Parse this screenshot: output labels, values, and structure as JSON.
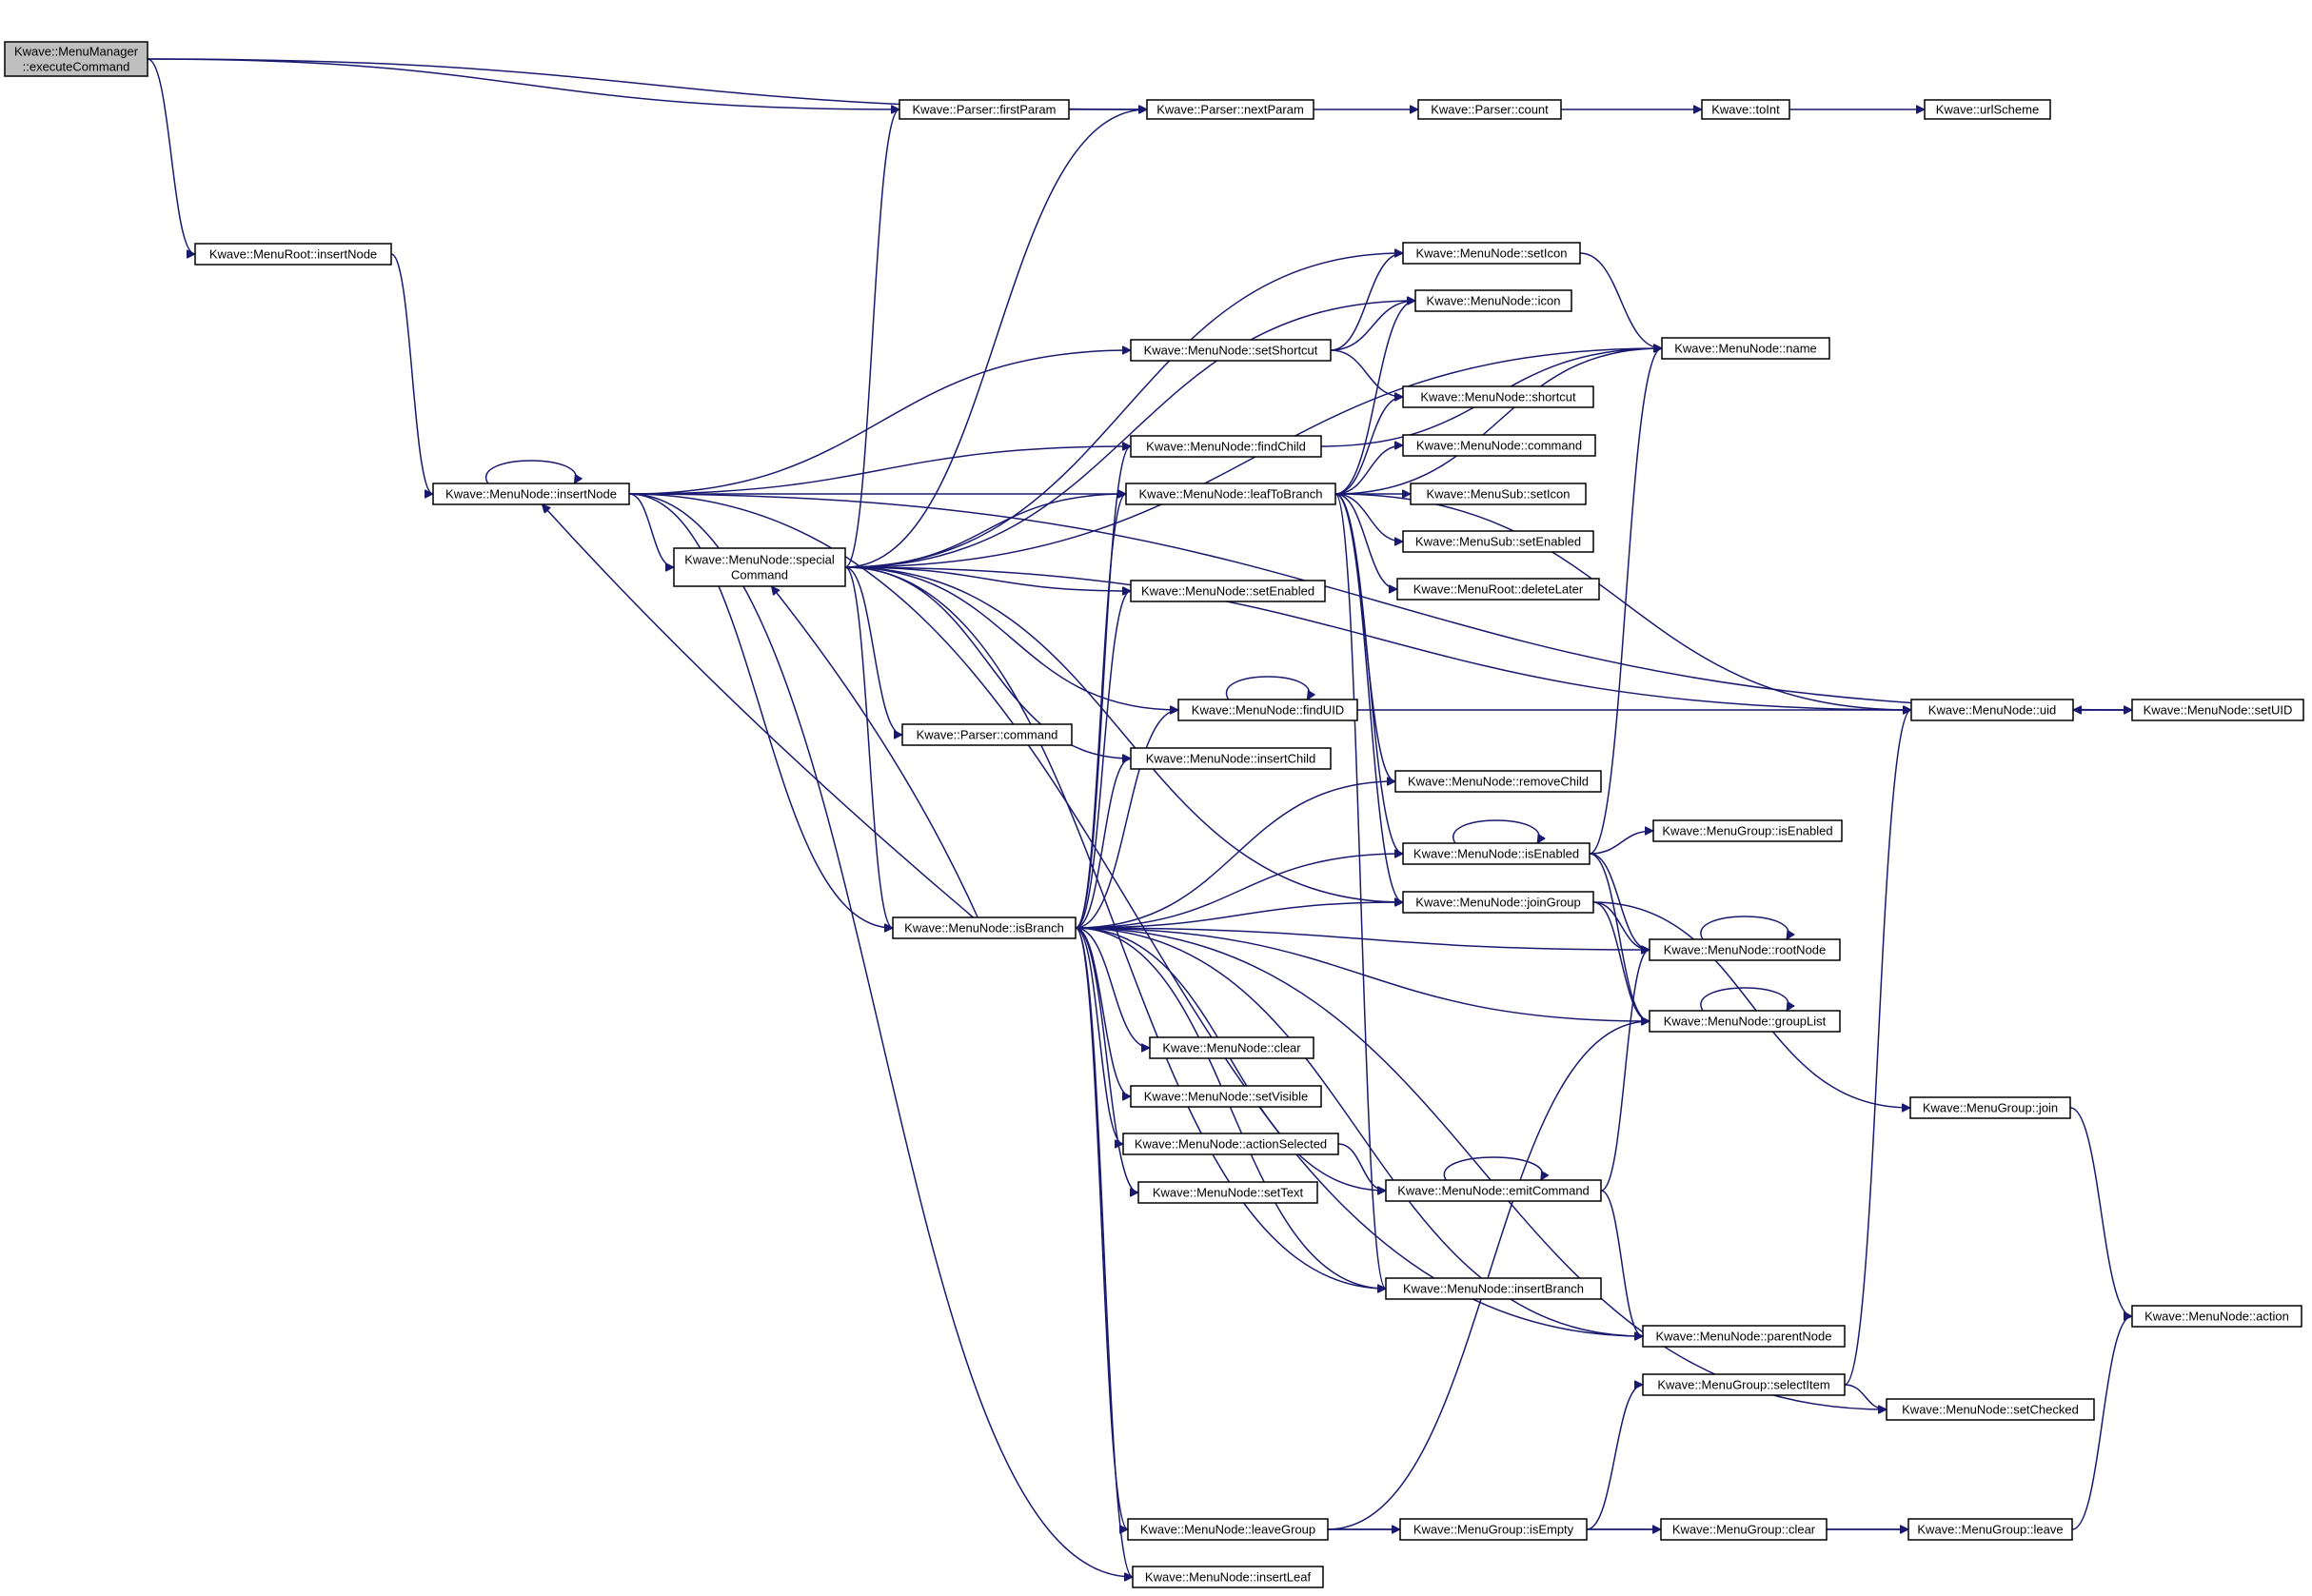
{
  "colors": {
    "edge": "#191970",
    "node_border": "#000000",
    "node_fill": "#ffffff",
    "root_fill": "#bfbfbf",
    "background": "#ffffff"
  },
  "nodes": [
    {
      "id": "n-execute-command",
      "lines": [
        "Kwave::MenuManager",
        "::executeCommand"
      ],
      "root": true
    },
    {
      "id": "n-parser-first-param",
      "lines": [
        "Kwave::Parser::firstParam"
      ]
    },
    {
      "id": "n-parser-next-param",
      "lines": [
        "Kwave::Parser::nextParam"
      ]
    },
    {
      "id": "n-parser-count",
      "lines": [
        "Kwave::Parser::count"
      ]
    },
    {
      "id": "n-to-int",
      "lines": [
        "Kwave::toInt"
      ]
    },
    {
      "id": "n-url-scheme",
      "lines": [
        "Kwave::urlScheme"
      ]
    },
    {
      "id": "n-menuroot-insert-node",
      "lines": [
        "Kwave::MenuRoot::insertNode"
      ]
    },
    {
      "id": "n-menunode-insert-node",
      "lines": [
        "Kwave::MenuNode::insertNode"
      ]
    },
    {
      "id": "n-menunode-special-command",
      "lines": [
        "Kwave::MenuNode::special",
        "Command"
      ]
    },
    {
      "id": "n-menunode-is-branch",
      "lines": [
        "Kwave::MenuNode::isBranch"
      ]
    },
    {
      "id": "n-menunode-set-shortcut",
      "lines": [
        "Kwave::MenuNode::setShortcut"
      ]
    },
    {
      "id": "n-menunode-find-child",
      "lines": [
        "Kwave::MenuNode::findChild"
      ]
    },
    {
      "id": "n-menunode-leaf-to-branch",
      "lines": [
        "Kwave::MenuNode::leafToBranch"
      ]
    },
    {
      "id": "n-menunode-set-enabled",
      "lines": [
        "Kwave::MenuNode::setEnabled"
      ]
    },
    {
      "id": "n-menunode-find-uid",
      "lines": [
        "Kwave::MenuNode::findUID"
      ]
    },
    {
      "id": "n-parser-command",
      "lines": [
        "Kwave::Parser::command"
      ]
    },
    {
      "id": "n-menunode-insert-child",
      "lines": [
        "Kwave::MenuNode::insertChild"
      ]
    },
    {
      "id": "n-menunode-clear",
      "lines": [
        "Kwave::MenuNode::clear"
      ]
    },
    {
      "id": "n-menunode-set-visible",
      "lines": [
        "Kwave::MenuNode::setVisible"
      ]
    },
    {
      "id": "n-menunode-action-selected",
      "lines": [
        "Kwave::MenuNode::actionSelected"
      ]
    },
    {
      "id": "n-menunode-set-text",
      "lines": [
        "Kwave::MenuNode::setText"
      ]
    },
    {
      "id": "n-menunode-leave-group",
      "lines": [
        "Kwave::MenuNode::leaveGroup"
      ]
    },
    {
      "id": "n-menunode-insert-leaf",
      "lines": [
        "Kwave::MenuNode::insertLeaf"
      ]
    },
    {
      "id": "n-menunode-set-icon",
      "lines": [
        "Kwave::MenuNode::setIcon"
      ]
    },
    {
      "id": "n-menunode-icon",
      "lines": [
        "Kwave::MenuNode::icon"
      ]
    },
    {
      "id": "n-menunode-shortcut",
      "lines": [
        "Kwave::MenuNode::shortcut"
      ]
    },
    {
      "id": "n-menunode-command",
      "lines": [
        "Kwave::MenuNode::command"
      ]
    },
    {
      "id": "n-menusub-set-icon",
      "lines": [
        "Kwave::MenuSub::setIcon"
      ]
    },
    {
      "id": "n-menusub-set-enabled",
      "lines": [
        "Kwave::MenuSub::setEnabled"
      ]
    },
    {
      "id": "n-menuroot-delete-later",
      "lines": [
        "Kwave::MenuRoot::deleteLater"
      ]
    },
    {
      "id": "n-menunode-remove-child",
      "lines": [
        "Kwave::MenuNode::removeChild"
      ]
    },
    {
      "id": "n-menunode-is-enabled",
      "lines": [
        "Kwave::MenuNode::isEnabled"
      ]
    },
    {
      "id": "n-menunode-join-group",
      "lines": [
        "Kwave::MenuNode::joinGroup"
      ]
    },
    {
      "id": "n-menunode-emit-command",
      "lines": [
        "Kwave::MenuNode::emitCommand"
      ]
    },
    {
      "id": "n-menunode-insert-branch",
      "lines": [
        "Kwave::MenuNode::insertBranch"
      ]
    },
    {
      "id": "n-menugroup-is-empty",
      "lines": [
        "Kwave::MenuGroup::isEmpty"
      ]
    },
    {
      "id": "n-menunode-name",
      "lines": [
        "Kwave::MenuNode::name"
      ]
    },
    {
      "id": "n-menugroup-is-enabled",
      "lines": [
        "Kwave::MenuGroup::isEnabled"
      ]
    },
    {
      "id": "n-menunode-root-node",
      "lines": [
        "Kwave::MenuNode::rootNode"
      ]
    },
    {
      "id": "n-menunode-group-list",
      "lines": [
        "Kwave::MenuNode::groupList"
      ]
    },
    {
      "id": "n-menunode-parent-node",
      "lines": [
        "Kwave::MenuNode::parentNode"
      ]
    },
    {
      "id": "n-menugroup-select-item",
      "lines": [
        "Kwave::MenuGroup::selectItem"
      ]
    },
    {
      "id": "n-menugroup-clear",
      "lines": [
        "Kwave::MenuGroup::clear"
      ]
    },
    {
      "id": "n-menunode-uid",
      "lines": [
        "Kwave::MenuNode::uid"
      ]
    },
    {
      "id": "n-menunode-set-uid",
      "lines": [
        "Kwave::MenuNode::setUID"
      ]
    },
    {
      "id": "n-menugroup-join",
      "lines": [
        "Kwave::MenuGroup::join"
      ]
    },
    {
      "id": "n-menunode-set-checked",
      "lines": [
        "Kwave::MenuNode::setChecked"
      ]
    },
    {
      "id": "n-menugroup-leave",
      "lines": [
        "Kwave::MenuGroup::leave"
      ]
    },
    {
      "id": "n-menunode-action",
      "lines": [
        "Kwave::MenuNode::action"
      ]
    }
  ],
  "edges": [
    [
      "n-execute-command",
      "n-parser-first-param"
    ],
    [
      "n-execute-command",
      "n-parser-next-param"
    ],
    [
      "n-execute-command",
      "n-menuroot-insert-node"
    ],
    [
      "n-parser-first-param",
      "n-parser-next-param"
    ],
    [
      "n-parser-next-param",
      "n-parser-count"
    ],
    [
      "n-parser-count",
      "n-to-int"
    ],
    [
      "n-to-int",
      "n-url-scheme"
    ],
    [
      "n-menuroot-insert-node",
      "n-menunode-insert-node"
    ],
    [
      "n-menunode-insert-node",
      "n-menunode-insert-node"
    ],
    [
      "n-menunode-insert-node",
      "n-menunode-set-uid"
    ],
    [
      "n-menunode-insert-node",
      "n-menunode-set-shortcut"
    ],
    [
      "n-menunode-insert-node",
      "n-menunode-find-child"
    ],
    [
      "n-menunode-insert-node",
      "n-menunode-leaf-to-branch"
    ],
    [
      "n-menunode-insert-node",
      "n-menunode-special-command"
    ],
    [
      "n-menunode-insert-node",
      "n-menunode-is-branch"
    ],
    [
      "n-menunode-insert-node",
      "n-menunode-parent-node"
    ],
    [
      "n-menunode-insert-node",
      "n-menunode-insert-leaf"
    ],
    [
      "n-menunode-special-command",
      "n-parser-first-param"
    ],
    [
      "n-menunode-special-command",
      "n-parser-next-param"
    ],
    [
      "n-menunode-special-command",
      "n-menunode-name"
    ],
    [
      "n-menunode-special-command",
      "n-menunode-set-icon"
    ],
    [
      "n-menunode-special-command",
      "n-menunode-icon"
    ],
    [
      "n-menunode-special-command",
      "n-menunode-leaf-to-branch"
    ],
    [
      "n-menunode-special-command",
      "n-menunode-uid"
    ],
    [
      "n-menunode-special-command",
      "n-menunode-set-enabled"
    ],
    [
      "n-menunode-special-command",
      "n-menunode-find-uid"
    ],
    [
      "n-menunode-special-command",
      "n-parser-command"
    ],
    [
      "n-menunode-special-command",
      "n-menunode-insert-child"
    ],
    [
      "n-menunode-special-command",
      "n-menunode-is-branch"
    ],
    [
      "n-menunode-special-command",
      "n-menunode-join-group"
    ],
    [
      "n-menunode-special-command",
      "n-menunode-insert-branch"
    ],
    [
      "n-menunode-is-branch",
      "n-menunode-insert-node"
    ],
    [
      "n-menunode-is-branch",
      "n-menunode-special-command"
    ],
    [
      "n-menunode-is-branch",
      "n-menunode-find-child"
    ],
    [
      "n-menunode-is-branch",
      "n-menunode-leaf-to-branch"
    ],
    [
      "n-menunode-is-branch",
      "n-menunode-set-enabled"
    ],
    [
      "n-menunode-is-branch",
      "n-menunode-find-uid"
    ],
    [
      "n-menunode-is-branch",
      "n-menunode-insert-child"
    ],
    [
      "n-menunode-is-branch",
      "n-menunode-remove-child"
    ],
    [
      "n-menunode-is-branch",
      "n-menunode-is-enabled"
    ],
    [
      "n-menunode-is-branch",
      "n-menunode-join-group"
    ],
    [
      "n-menunode-is-branch",
      "n-menunode-root-node"
    ],
    [
      "n-menunode-is-branch",
      "n-menunode-group-list"
    ],
    [
      "n-menunode-is-branch",
      "n-menunode-clear"
    ],
    [
      "n-menunode-is-branch",
      "n-menunode-set-visible"
    ],
    [
      "n-menunode-is-branch",
      "n-menunode-action-selected"
    ],
    [
      "n-menunode-is-branch",
      "n-menunode-set-text"
    ],
    [
      "n-menunode-is-branch",
      "n-menunode-emit-command"
    ],
    [
      "n-menunode-is-branch",
      "n-menunode-insert-branch"
    ],
    [
      "n-menunode-is-branch",
      "n-menunode-parent-node"
    ],
    [
      "n-menunode-is-branch",
      "n-menunode-set-checked"
    ],
    [
      "n-menunode-is-branch",
      "n-menunode-leave-group"
    ],
    [
      "n-menunode-is-branch",
      "n-menunode-insert-leaf"
    ],
    [
      "n-menunode-set-shortcut",
      "n-menunode-set-icon"
    ],
    [
      "n-menunode-set-shortcut",
      "n-menunode-icon"
    ],
    [
      "n-menunode-set-shortcut",
      "n-menunode-shortcut"
    ],
    [
      "n-menunode-find-child",
      "n-menunode-name"
    ],
    [
      "n-menunode-leaf-to-branch",
      "n-menunode-icon"
    ],
    [
      "n-menunode-leaf-to-branch",
      "n-menunode-name"
    ],
    [
      "n-menunode-leaf-to-branch",
      "n-menunode-shortcut"
    ],
    [
      "n-menunode-leaf-to-branch",
      "n-menunode-command"
    ],
    [
      "n-menunode-leaf-to-branch",
      "n-menusub-set-icon"
    ],
    [
      "n-menunode-leaf-to-branch",
      "n-menusub-set-enabled"
    ],
    [
      "n-menunode-leaf-to-branch",
      "n-menuroot-delete-later"
    ],
    [
      "n-menunode-leaf-to-branch",
      "n-menunode-uid"
    ],
    [
      "n-menunode-leaf-to-branch",
      "n-menunode-remove-child"
    ],
    [
      "n-menunode-leaf-to-branch",
      "n-menunode-is-enabled"
    ],
    [
      "n-menunode-leaf-to-branch",
      "n-menunode-join-group"
    ],
    [
      "n-menunode-leaf-to-branch",
      "n-menunode-insert-branch"
    ],
    [
      "n-menunode-set-icon",
      "n-menunode-name"
    ],
    [
      "n-menunode-find-uid",
      "n-menunode-find-uid"
    ],
    [
      "n-menunode-find-uid",
      "n-menunode-uid"
    ],
    [
      "n-menunode-is-enabled",
      "n-menunode-is-enabled"
    ],
    [
      "n-menunode-is-enabled",
      "n-menugroup-is-enabled"
    ],
    [
      "n-menunode-is-enabled",
      "n-menunode-root-node"
    ],
    [
      "n-menunode-is-enabled",
      "n-menunode-group-list"
    ],
    [
      "n-menunode-is-enabled",
      "n-menunode-name"
    ],
    [
      "n-menunode-join-group",
      "n-menunode-root-node"
    ],
    [
      "n-menunode-join-group",
      "n-menunode-group-list"
    ],
    [
      "n-menunode-join-group",
      "n-menugroup-join"
    ],
    [
      "n-menunode-root-node",
      "n-menunode-root-node"
    ],
    [
      "n-menunode-group-list",
      "n-menunode-group-list"
    ],
    [
      "n-menunode-action-selected",
      "n-menunode-emit-command"
    ],
    [
      "n-menunode-emit-command",
      "n-menunode-emit-command"
    ],
    [
      "n-menunode-emit-command",
      "n-menunode-root-node"
    ],
    [
      "n-menunode-emit-command",
      "n-menunode-parent-node"
    ],
    [
      "n-menunode-leave-group",
      "n-menunode-group-list"
    ],
    [
      "n-menunode-leave-group",
      "n-menugroup-is-empty"
    ],
    [
      "n-menunode-leave-group",
      "n-menugroup-leave"
    ],
    [
      "n-menugroup-is-empty",
      "n-menugroup-clear"
    ],
    [
      "n-menugroup-is-empty",
      "n-menugroup-select-item"
    ],
    [
      "n-menugroup-clear",
      "n-menugroup-leave"
    ],
    [
      "n-menugroup-select-item",
      "n-menunode-uid"
    ],
    [
      "n-menugroup-select-item",
      "n-menunode-set-checked"
    ],
    [
      "n-menugroup-join",
      "n-menunode-action"
    ],
    [
      "n-menugroup-leave",
      "n-menunode-action"
    ],
    [
      "n-menunode-uid",
      "n-menunode-set-uid"
    ],
    [
      "n-menunode-set-uid",
      "n-menunode-uid"
    ]
  ]
}
